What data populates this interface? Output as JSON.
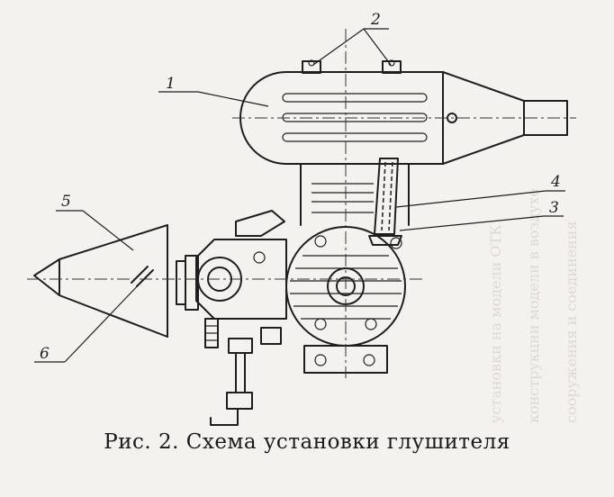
{
  "figure": {
    "labels": {
      "label_1": "1",
      "label_2": "2",
      "label_3": "3",
      "label_4": "4",
      "label_5": "5",
      "label_6": "6"
    },
    "bleed_through": [
      "сооружения и соединения",
      "конструкции модели в воздухе",
      "установки на модели ОТК"
    ]
  },
  "caption": "Рис. 2. Схема установки глушителя"
}
